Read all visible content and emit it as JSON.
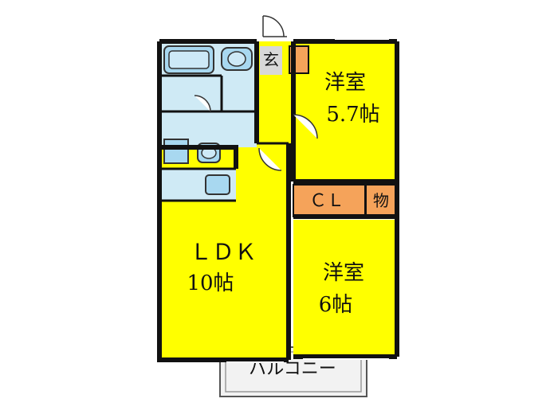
{
  "floorplan": {
    "rooms": {
      "bedroom_top": {
        "name": "洋室",
        "size": "5.7帖"
      },
      "bedroom_bottom": {
        "name": "洋室",
        "size": "6帖"
      },
      "ldk": {
        "name": "ＬＤＫ",
        "size": "10帖"
      },
      "closet": {
        "name": "ＣＬ"
      },
      "storage": {
        "name": "物"
      },
      "entrance": {
        "name": "玄"
      },
      "balcony": {
        "name": "バルコニー"
      }
    },
    "colors": {
      "room_yellow": "#ffff00",
      "wet_area": "#cfeaf5",
      "storage_orange": "#f5a35a",
      "balcony": "#efefef",
      "wall": "#111111"
    }
  }
}
